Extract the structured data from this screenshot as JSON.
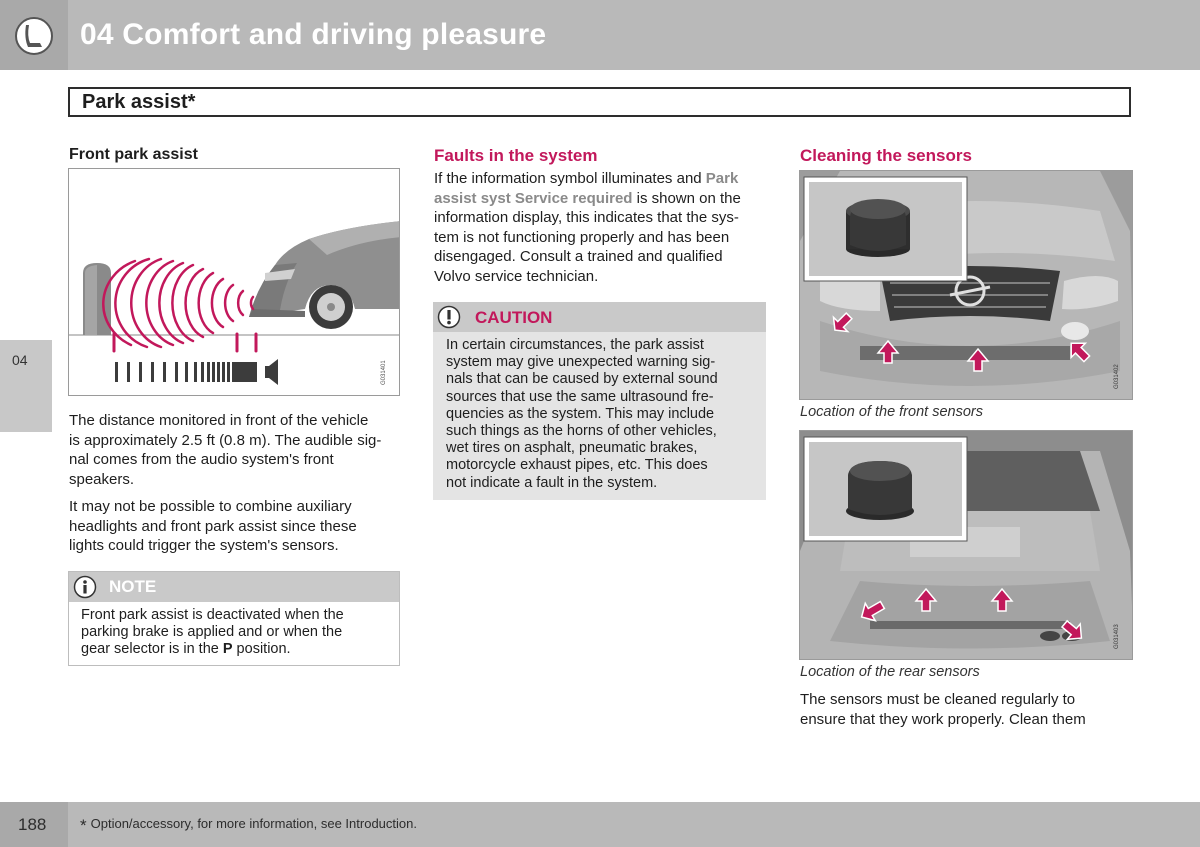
{
  "header": {
    "chapter_title": "04 Comfort and driving pleasure"
  },
  "side_tab": {
    "label": "04"
  },
  "section": {
    "title": "Park assist*"
  },
  "col1": {
    "heading": "Front park assist",
    "figure_code": "G031401",
    "paragraphs": [
      [
        "The distance monitored in front of the vehicle",
        "is approximately 2.5 ft (0.8 m). The audible sig-",
        "nal comes from the audio system's front",
        "speakers."
      ],
      [
        "It may not be possible to combine auxiliary",
        "headlights and front park assist since these",
        "lights could trigger the system's sensors."
      ]
    ],
    "note": {
      "title": "NOTE",
      "lines": [
        "Front park assist is deactivated when the",
        "parking brake is applied and or when the"
      ],
      "last_pre": "gear selector is in the ",
      "last_bold": "P",
      "last_post": " position."
    }
  },
  "col2": {
    "heading": "Faults in the system",
    "faults_lines": [
      {
        "pre": "If the information symbol illuminates and ",
        "hl": "Park"
      },
      {
        "pre": "",
        "hl": "assist syst Service required",
        "post": " is shown on the"
      },
      {
        "pre": "information display, this indicates that the sys-"
      },
      {
        "pre": "tem is not functioning properly and has been"
      },
      {
        "pre": "disengaged. Consult a trained and qualified"
      },
      {
        "pre": "Volvo service technician."
      }
    ],
    "caution": {
      "title": "CAUTION",
      "lines": [
        "In certain circumstances, the park assist",
        "system may give unexpected warning sig-",
        "nals that can be caused by external sound",
        "sources that use the same ultrasound fre-",
        "quencies as the system. This may include",
        "such things as the horns of other vehicles,",
        "wet tires on asphalt, pneumatic brakes,",
        "motorcycle exhaust pipes, etc. This does",
        "not indicate a fault in the system."
      ]
    }
  },
  "col3": {
    "heading": "Cleaning the sensors",
    "front_figure_code": "G031402",
    "front_caption": "Location of the front sensors",
    "rear_figure_code": "G031403",
    "rear_caption": "Location of the rear sensors",
    "final_lines": [
      "The sensors must be cleaned regularly to",
      "ensure that they work properly. Clean them"
    ]
  },
  "footer": {
    "page_number": "188",
    "star": "*",
    "footnote": "Option/accessory, for more information, see Introduction."
  },
  "colors": {
    "accent": "#c2185b",
    "gray_bar": "#b9b9b9",
    "highlight_text": "#8a8a8a"
  }
}
